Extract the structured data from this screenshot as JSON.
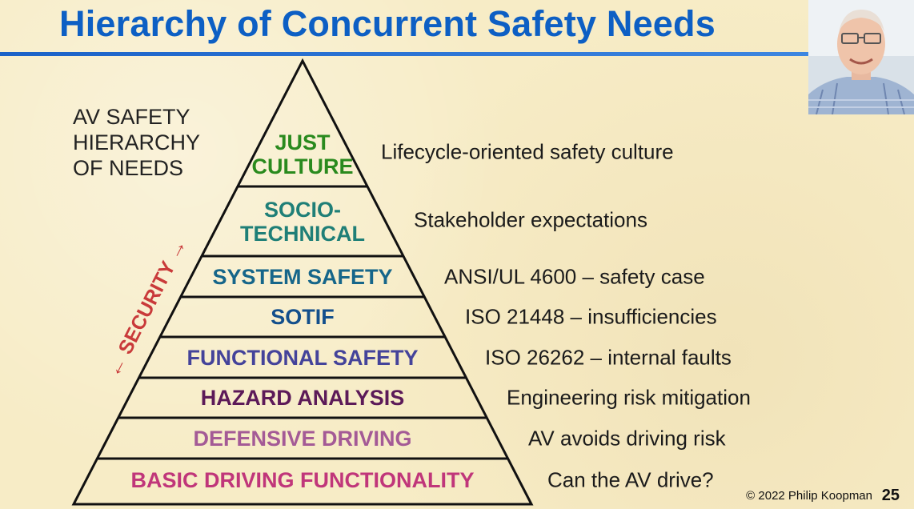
{
  "title": "Hierarchy of Concurrent Safety Needs",
  "side_label": [
    "AV SAFETY",
    "HIERARCHY",
    "OF NEEDS"
  ],
  "security_label": "← SECURITY →",
  "levels": [
    {
      "name": [
        "JUST",
        "CULTURE"
      ],
      "color": "#2a8a1e",
      "description": "Lifecycle-oriented safety culture"
    },
    {
      "name": [
        "SOCIO-",
        "TECHNICAL"
      ],
      "color": "#1f7f77",
      "description": "Stakeholder expectations"
    },
    {
      "name": [
        "SYSTEM SAFETY"
      ],
      "color": "#16668a",
      "description": "ANSI/UL 4600 – safety case"
    },
    {
      "name": [
        "SOTIF"
      ],
      "color": "#134f8c",
      "description": "ISO 21448 – insufficiencies"
    },
    {
      "name": [
        "FUNCTIONAL SAFETY"
      ],
      "color": "#44439a",
      "description": "ISO 26262 – internal faults"
    },
    {
      "name": [
        "HAZARD ANALYSIS"
      ],
      "color": "#5c1a58",
      "description": "Engineering risk mitigation"
    },
    {
      "name": [
        "DEFENSIVE DRIVING"
      ],
      "color": "#a45a96",
      "description": "AV avoids driving risk"
    },
    {
      "name": [
        "BASIC DRIVING FUNCTIONALITY"
      ],
      "color": "#c0367a",
      "description": "Can the AV drive?"
    }
  ],
  "footer": "© 2022 Philip Koopman",
  "page_number": "25"
}
